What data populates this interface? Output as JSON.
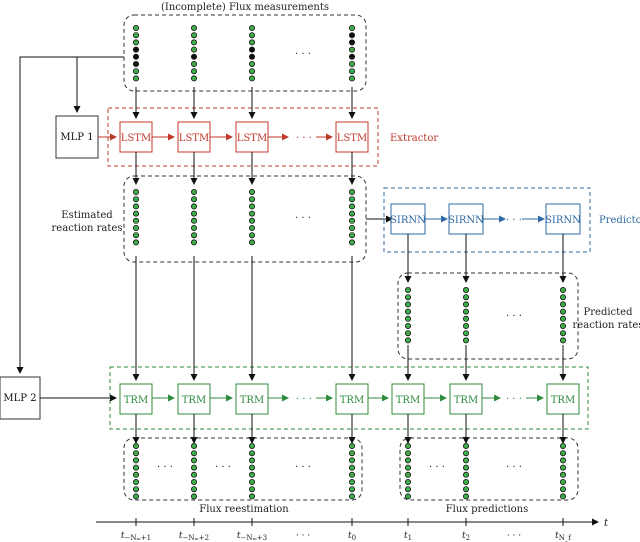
{
  "diagram": {
    "title": "(Incomplete) Flux measurements",
    "extractor_label": "Extractor",
    "predictor_label": "Predictor",
    "estimated_label_1": "Estimated",
    "estimated_label_2": "reaction rates",
    "predicted_label_1": "Predicted",
    "predicted_label_2": "reaction rates",
    "reestimation_label": "Flux reestimation",
    "predictions_label": "Flux predictions",
    "mlp1": "MLP 1",
    "mlp2": "MLP 2",
    "lstm": "LSTM",
    "sirnn": "SIRNN",
    "trm": "TRM",
    "ellipsis": "· · ·",
    "time_axis": "t",
    "ticks": [
      {
        "base": "t",
        "sub": "−Nₘ+1"
      },
      {
        "base": "t",
        "sub": "−Nₘ+2"
      },
      {
        "base": "t",
        "sub": "−Nₘ+3"
      },
      {
        "base": "",
        "sub": "· · ·"
      },
      {
        "base": "t",
        "sub": "0"
      },
      {
        "base": "t",
        "sub": "1"
      },
      {
        "base": "t",
        "sub": "2"
      },
      {
        "base": "",
        "sub": "· · ·"
      },
      {
        "base": "t",
        "sub": "N_f"
      }
    ],
    "colors": {
      "extractor": "#c0392b",
      "predictor": "#2f6aa3",
      "trm": "#2e8b3e",
      "node_fill": "#3fae49",
      "node_missing": "#111111"
    }
  }
}
